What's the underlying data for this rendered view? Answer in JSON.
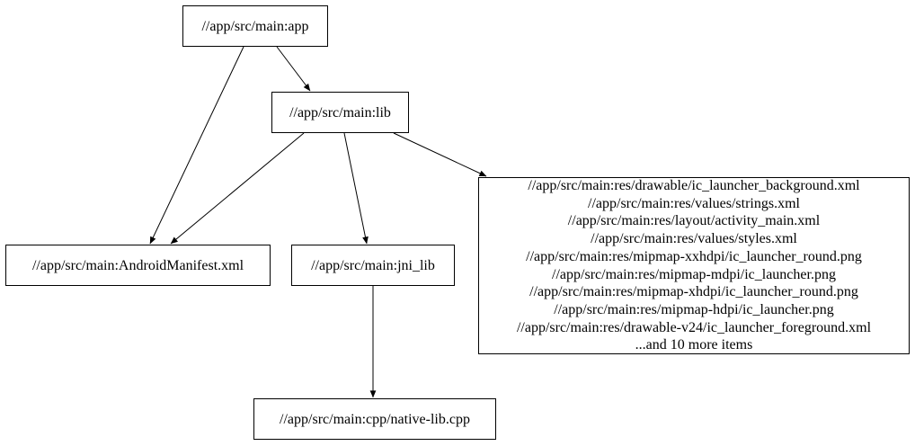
{
  "diagram": {
    "type": "directed-dependency-graph",
    "colors": {
      "background": "#ffffff",
      "node_border": "#000000",
      "node_fill": "#ffffff",
      "edge": "#000000",
      "text": "#000000"
    },
    "nodes": {
      "app": {
        "label": "//app/src/main:app"
      },
      "lib": {
        "label": "//app/src/main:lib"
      },
      "android_manifest": {
        "label": "//app/src/main:AndroidManifest.xml"
      },
      "jni_lib": {
        "label": "//app/src/main:jni_lib"
      },
      "res_group": {
        "lines": [
          "//app/src/main:res/drawable/ic_launcher_background.xml",
          "//app/src/main:res/values/strings.xml",
          "//app/src/main:res/layout/activity_main.xml",
          "//app/src/main:res/values/styles.xml",
          "//app/src/main:res/mipmap-xxhdpi/ic_launcher_round.png",
          "//app/src/main:res/mipmap-mdpi/ic_launcher.png",
          "//app/src/main:res/mipmap-xhdpi/ic_launcher_round.png",
          "//app/src/main:res/mipmap-hdpi/ic_launcher.png",
          "//app/src/main:res/drawable-v24/ic_launcher_foreground.xml",
          "...and 10 more items"
        ]
      },
      "native_lib": {
        "label": "//app/src/main:cpp/native-lib.cpp"
      }
    },
    "edges": [
      {
        "from": "//app/src/main:app",
        "to": "//app/src/main:lib"
      },
      {
        "from": "//app/src/main:app",
        "to": "//app/src/main:AndroidManifest.xml"
      },
      {
        "from": "//app/src/main:lib",
        "to": "//app/src/main:AndroidManifest.xml"
      },
      {
        "from": "//app/src/main:lib",
        "to": "//app/src/main:jni_lib"
      },
      {
        "from": "//app/src/main:lib",
        "to": "res_group"
      },
      {
        "from": "//app/src/main:jni_lib",
        "to": "//app/src/main:cpp/native-lib.cpp"
      }
    ]
  }
}
